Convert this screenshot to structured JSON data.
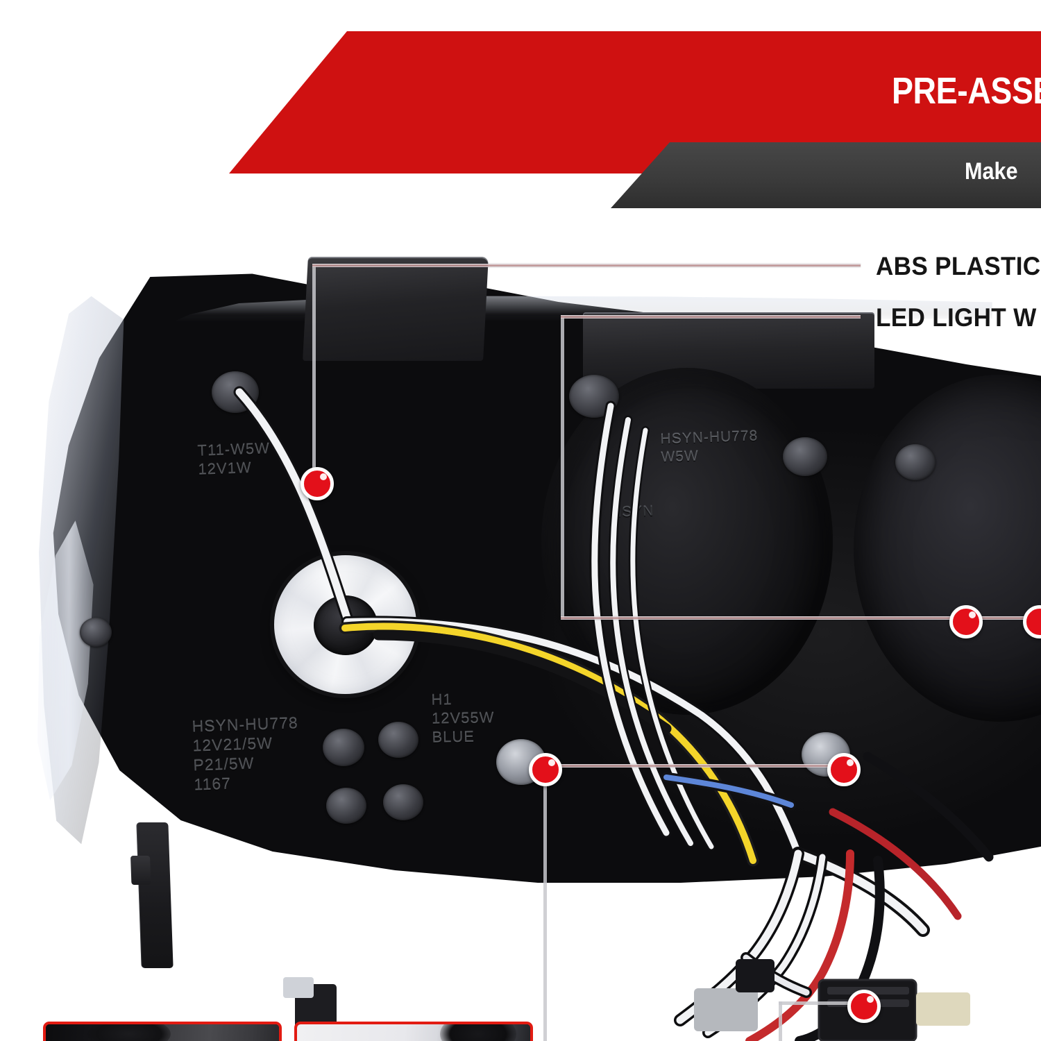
{
  "header": {
    "title": "PRE-ASSE",
    "subtitle": "Make",
    "title_color": "#ffffff",
    "banner_color": "#cf1111",
    "subtitle_band_color": "#3b3b3b"
  },
  "callouts": [
    {
      "id": "abs-plastic",
      "label": "ABS PLASTIC"
    },
    {
      "id": "led-light-w",
      "label": "LED LIGHT W"
    }
  ],
  "product": {
    "molded_markings": [
      {
        "id": "marking-top-left",
        "text": "T11-W5W\n12V1W"
      },
      {
        "id": "marking-lower-left",
        "text": "HSYN-HU778\n12V21/5W\nP21/5W\n1167"
      },
      {
        "id": "marking-center",
        "text": "H1\n12V55W\nBLUE"
      },
      {
        "id": "marking-upper-right",
        "text": "HSYN-HU778\nW5W"
      },
      {
        "id": "marking-bowl",
        "text": "HSYN"
      }
    ],
    "wire_colors": {
      "white": "#f2f3f5",
      "yellow": "#f4d52a",
      "black": "#17171a",
      "red": "#d8272a",
      "blue": "#5d86d8"
    },
    "marker_color": "#e3101a",
    "leader_color": "#c8c8cc"
  },
  "thumbnails": [
    {
      "id": "thumbnail-left",
      "caption": ""
    },
    {
      "id": "thumbnail-right",
      "caption": ""
    }
  ]
}
